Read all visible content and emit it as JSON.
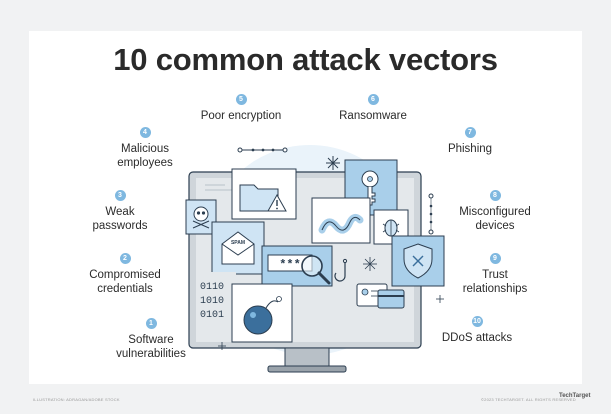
{
  "title": "10 common attack vectors",
  "vectors": [
    {
      "num": "1",
      "label_lines": [
        "Software",
        "vulnerabilities"
      ]
    },
    {
      "num": "2",
      "label_lines": [
        "Compromised",
        "credentials"
      ]
    },
    {
      "num": "3",
      "label_lines": [
        "Weak",
        "passwords"
      ]
    },
    {
      "num": "4",
      "label_lines": [
        "Malicious",
        "employees"
      ]
    },
    {
      "num": "5",
      "label_lines": [
        "Poor encryption"
      ]
    },
    {
      "num": "6",
      "label_lines": [
        "Ransomware"
      ]
    },
    {
      "num": "7",
      "label_lines": [
        "Phishing"
      ]
    },
    {
      "num": "8",
      "label_lines": [
        "Misconfigured",
        "devices"
      ]
    },
    {
      "num": "9",
      "label_lines": [
        "Trust",
        "relationships"
      ]
    },
    {
      "num": "10",
      "label_lines": [
        "DDoS attacks"
      ]
    }
  ],
  "illustration": {
    "spam_label": "SPAM",
    "password_mask": "***",
    "binary_lines": [
      "0110",
      "1010",
      "0101"
    ]
  },
  "footer": {
    "left": "ILLUSTRATION: ADRAGAN/ADOBE STOCK",
    "right": "©2023 TECHTARGET. ALL RIGHTS RESERVED",
    "brand": "TechTarget"
  },
  "colors": {
    "accent": "#7fb8e0",
    "light_blue": "#cfe4f4",
    "mid_blue": "#a9cfea",
    "screen_gray": "#d9dde1",
    "bezel": "#9aa3ab",
    "outline": "#2c3e50",
    "dark_blue": "#3b6f9c"
  }
}
